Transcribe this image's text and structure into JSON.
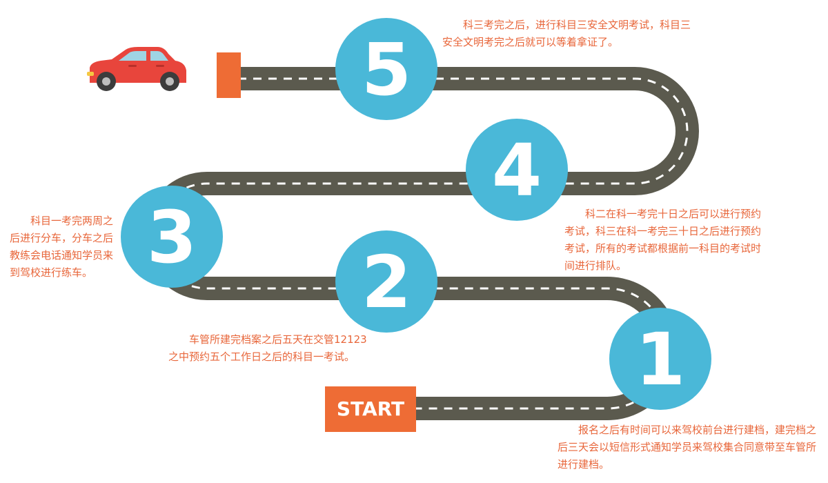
{
  "start_label": "START",
  "steps": [
    {
      "number": "1",
      "text": "报名之后有时间可以来驾校前台进行建档，建完档之后三天会以短信形式通知学员来驾校集合同意带至车管所进行建档。"
    },
    {
      "number": "2",
      "text": "车管所建完档案之后五天在交管12123之中预约五个工作日之后的科目一考试。"
    },
    {
      "number": "3",
      "text": "科目一考完两周之后进行分车，分车之后教练会电话通知学员来到驾校进行练车。"
    },
    {
      "number": "4",
      "text": "科二在科一考完十日之后可以进行预约考试，科三在科一考完三十日之后进行预约考试，所有的考试都根据前一科目的考试时间进行排队。"
    },
    {
      "number": "5",
      "text": "科三考完之后，进行科目三安全文明考试，科目三安全文明考完之后就可以等着拿证了。"
    }
  ],
  "colors": {
    "road": "#5b5a4e",
    "road_dash": "#ffffff",
    "circle": "#4ab8d8",
    "number": "#ffffff",
    "start_bg": "#ee6c35",
    "finish_flag": "#ee6c35",
    "text": "#e8663a",
    "car_body": "#e8453c",
    "car_window": "#9fd4e4",
    "car_wheel": "#3c3c3c"
  },
  "icons": [
    "car-icon",
    "finish-flag"
  ]
}
